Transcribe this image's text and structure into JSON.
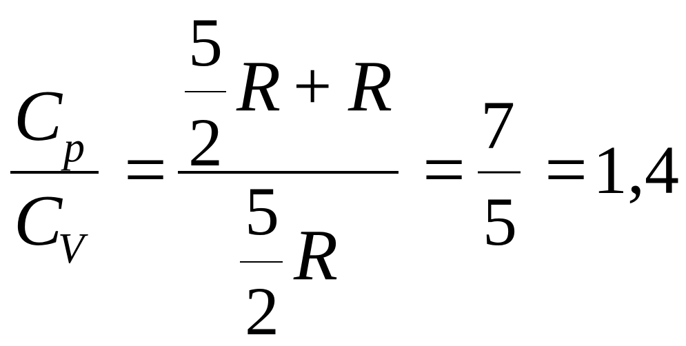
{
  "formula": {
    "lhs": {
      "numerator": {
        "symbol": "C",
        "subscript": "p"
      },
      "denominator": {
        "symbol": "C",
        "subscript": "V"
      }
    },
    "equals": "=",
    "middle": {
      "numerator": {
        "coef_num": "5",
        "coef_den": "2",
        "var1": "R",
        "plus": "+",
        "var2": "R"
      },
      "denominator": {
        "coef_num": "5",
        "coef_den": "2",
        "var": "R"
      }
    },
    "simplified": {
      "numerator": "7",
      "denominator": "5"
    },
    "result": "1,4"
  }
}
